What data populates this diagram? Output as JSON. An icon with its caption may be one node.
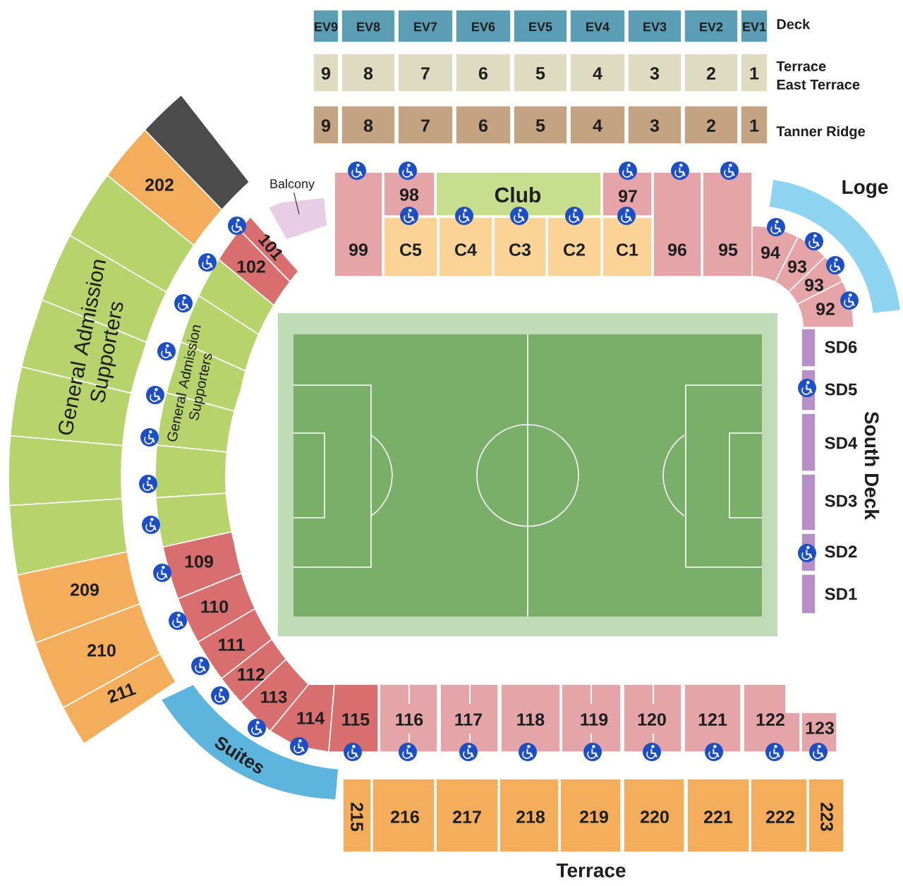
{
  "diagram": {
    "nodes": [
      {
        "text": [
          "EV9"
        ]
      },
      {
        "text": [
          "EV8"
        ]
      },
      {
        "text": [
          "EV7"
        ]
      },
      {
        "text": [
          "EV6"
        ]
      },
      {
        "text": [
          "EV5"
        ]
      },
      {
        "text": [
          "EV4"
        ]
      },
      {
        "text": [
          "EV3"
        ]
      },
      {
        "text": [
          "EV2"
        ]
      },
      {
        "text": [
          "EV1"
        ]
      },
      {
        "text": [
          "9"
        ]
      },
      {
        "text": [
          "8"
        ]
      },
      {
        "text": [
          "7"
        ]
      },
      {
        "text": [
          "6"
        ]
      },
      {
        "text": [
          "5"
        ]
      },
      {
        "text": [
          "4"
        ]
      },
      {
        "text": [
          "3"
        ]
      },
      {
        "text": [
          "2"
        ]
      },
      {
        "text": [
          "1"
        ]
      },
      {
        "text": [
          "9"
        ]
      },
      {
        "text": [
          "8"
        ]
      },
      {
        "text": [
          "7"
        ]
      },
      {
        "text": [
          "6"
        ]
      },
      {
        "text": [
          "5"
        ]
      },
      {
        "text": [
          "4"
        ]
      },
      {
        "text": [
          "3"
        ]
      },
      {
        "text": [
          "2"
        ]
      },
      {
        "text": [
          "1"
        ]
      },
      {
        "text": [],
        "shape": "box"
      },
      {
        "text": [
          "202"
        ]
      },
      {
        "text": [
          "Balcony"
        ]
      },
      {
        "text": [],
        "shape": "box"
      },
      {
        "text": [
          "99"
        ]
      },
      {
        "text": [
          "98"
        ]
      },
      {
        "text": [
          "Club"
        ]
      },
      {
        "text": [
          "97"
        ]
      },
      {
        "text": [
          "C5"
        ]
      },
      {
        "text": [
          "C4"
        ]
      },
      {
        "text": [
          "C3"
        ]
      },
      {
        "text": [
          "C2"
        ]
      },
      {
        "text": [
          "C1"
        ]
      },
      {
        "text": [
          "96"
        ]
      },
      {
        "text": [
          "95"
        ]
      },
      {
        "text": [
          "Loge"
        ]
      },
      {
        "text": [
          "94"
        ]
      },
      {
        "text": [
          "93"
        ]
      },
      {
        "text": [
          "93"
        ]
      },
      {
        "text": [
          "92"
        ]
      },
      {
        "text": [
          "101"
        ]
      },
      {
        "text": [
          "102"
        ]
      },
      {
        "text": [
          "General Admission Supporters"
        ]
      },
      {
        "text": [
          "General Admission Supporters"
        ]
      },
      {
        "text": [
          "SD6"
        ]
      },
      {
        "text": [
          "SD5"
        ]
      },
      {
        "text": [
          "SD4"
        ]
      },
      {
        "text": [
          "SD3"
        ]
      },
      {
        "text": [
          "SD2"
        ]
      },
      {
        "text": [
          "SD1"
        ]
      },
      {
        "text": [
          "209"
        ]
      },
      {
        "text": [
          "109"
        ]
      },
      {
        "text": [
          "110"
        ]
      },
      {
        "text": [
          "210"
        ]
      },
      {
        "text": [
          "111"
        ]
      },
      {
        "text": [
          "211"
        ]
      },
      {
        "text": [
          "112"
        ]
      },
      {
        "text": [
          "113"
        ]
      },
      {
        "text": [
          "114"
        ]
      },
      {
        "text": [
          "Suites"
        ]
      },
      {
        "text": [
          "115"
        ]
      },
      {
        "text": [
          "116"
        ]
      },
      {
        "text": [
          "117"
        ]
      },
      {
        "text": [
          "118"
        ]
      },
      {
        "text": [
          "119"
        ]
      },
      {
        "text": [
          "120"
        ]
      },
      {
        "text": [
          "121"
        ]
      },
      {
        "text": [
          "122"
        ]
      },
      {
        "text": [
          "123"
        ]
      },
      {
        "text": [
          "215"
        ]
      },
      {
        "text": [
          "216"
        ]
      },
      {
        "text": [
          "217"
        ]
      },
      {
        "text": [
          "218"
        ]
      },
      {
        "text": [
          "219"
        ]
      },
      {
        "text": [
          "220"
        ]
      },
      {
        "text": [
          "221"
        ]
      },
      {
        "text": [
          "222"
        ]
      },
      {
        "text": [
          "223"
        ]
      }
    ],
    "edges": [
      {
        "from": 29,
        "to": 30,
        "arrow": "none"
      }
    ],
    "labels": [
      "Deck",
      "Terrace",
      "East Terrace",
      "Tanner Ridge",
      "South Deck",
      "Terrace"
    ]
  }
}
